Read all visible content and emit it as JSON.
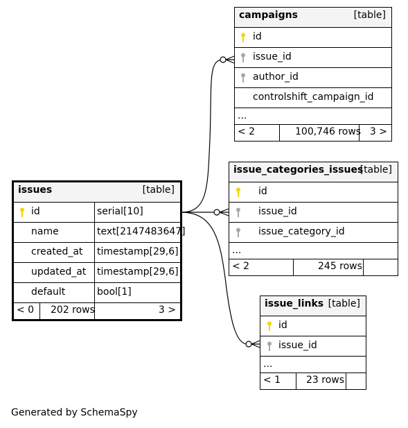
{
  "diagram": {
    "credit": "Generated by SchemaSpy",
    "colors": {
      "pk_key": "#f2d600",
      "fk_key": "#a8a8a8",
      "header_bg": "#f4f4f4"
    },
    "tables": {
      "campaigns": {
        "name": "campaigns",
        "type": "[table]",
        "columns": [
          {
            "name": "id",
            "key": "pk"
          },
          {
            "name": "issue_id",
            "key": "fk"
          },
          {
            "name": "author_id",
            "key": "fk"
          },
          {
            "name": "controlshift_campaign_id",
            "key": ""
          },
          {
            "name": "...",
            "key": ""
          }
        ],
        "footer": {
          "parents": "< 2",
          "rows": "100,746 rows",
          "children": "3 >"
        }
      },
      "issue_categories_issues": {
        "name": "issue_categories_issues",
        "type": "[table]",
        "columns": [
          {
            "name": "id",
            "key": "pk"
          },
          {
            "name": "issue_id",
            "key": "fk"
          },
          {
            "name": "issue_category_id",
            "key": "fk"
          },
          {
            "name": "...",
            "key": ""
          }
        ],
        "footer": {
          "parents": "< 2",
          "rows": "245 rows",
          "children": ""
        }
      },
      "issue_links": {
        "name": "issue_links",
        "type": "[table]",
        "columns": [
          {
            "name": "id",
            "key": "pk"
          },
          {
            "name": "issue_id",
            "key": "fk"
          },
          {
            "name": "...",
            "key": ""
          }
        ],
        "footer": {
          "parents": "< 1",
          "rows": "23 rows",
          "children": ""
        }
      },
      "issues": {
        "name": "issues",
        "type": "[table]",
        "columns": [
          {
            "name": "id",
            "type": "serial[10]",
            "key": "pk"
          },
          {
            "name": "name",
            "type": "text[2147483647]",
            "key": ""
          },
          {
            "name": "created_at",
            "type": "timestamp[29,6]",
            "key": ""
          },
          {
            "name": "updated_at",
            "type": "timestamp[29,6]",
            "key": ""
          },
          {
            "name": "default",
            "type": "bool[1]",
            "key": ""
          }
        ],
        "footer": {
          "parents": "< 0",
          "rows": "202 rows",
          "children": "3 >"
        }
      }
    },
    "relationships": [
      {
        "from": "campaigns.issue_id",
        "to": "issues.id"
      },
      {
        "from": "issue_categories_issues.issue_id",
        "to": "issues.id"
      },
      {
        "from": "issue_links.issue_id",
        "to": "issues.id"
      }
    ]
  }
}
